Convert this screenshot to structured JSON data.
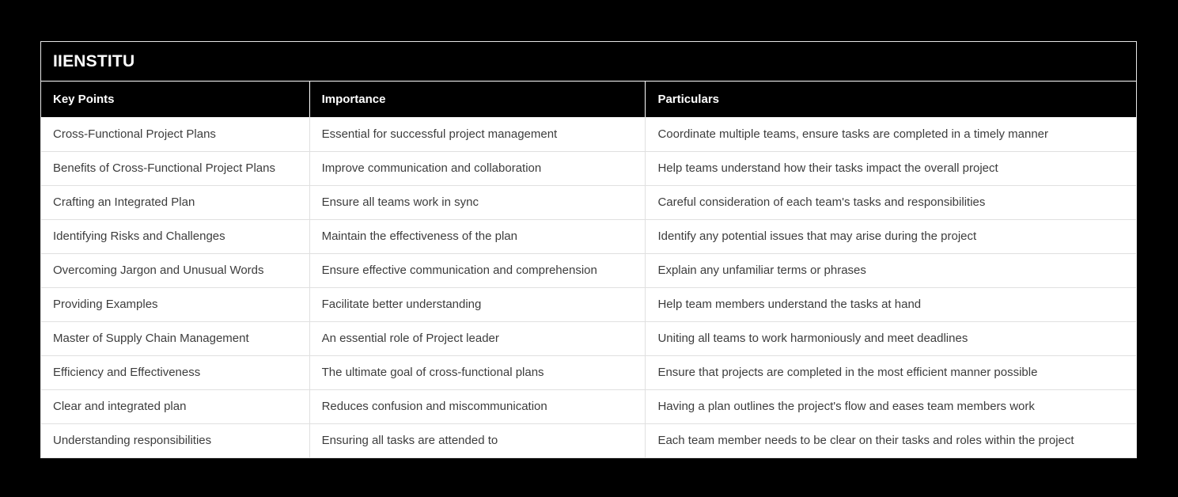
{
  "title": "IIENSTITU",
  "table": {
    "headers": [
      "Key Points",
      "Importance",
      "Particulars"
    ],
    "rows": [
      [
        "Cross-Functional Project Plans",
        "Essential for successful project management",
        "Coordinate multiple teams, ensure tasks are completed in a timely manner"
      ],
      [
        "Benefits of Cross-Functional Project Plans",
        "Improve communication and collaboration",
        "Help teams understand how their tasks impact the overall project"
      ],
      [
        "Crafting an Integrated Plan",
        "Ensure all teams work in sync",
        "Careful consideration of each team's tasks and responsibilities"
      ],
      [
        "Identifying Risks and Challenges",
        "Maintain the effectiveness of the plan",
        "Identify any potential issues that may arise during the project"
      ],
      [
        "Overcoming Jargon and Unusual Words",
        "Ensure effective communication and comprehension",
        "Explain any unfamiliar terms or phrases"
      ],
      [
        "Providing Examples",
        "Facilitate better understanding",
        "Help team members understand the tasks at hand"
      ],
      [
        "Master of Supply Chain Management",
        "An essential role of Project leader",
        "Uniting all teams to work harmoniously and meet deadlines"
      ],
      [
        "Efficiency and Effectiveness",
        "The ultimate goal of cross-functional plans",
        "Ensure that projects are completed in the most efficient manner possible"
      ],
      [
        "Clear and integrated plan",
        "Reduces confusion and miscommunication",
        "Having a plan outlines the project's flow and eases team members work"
      ],
      [
        "Understanding responsibilities",
        "Ensuring all tasks are attended to",
        "Each team member needs to be clear on their tasks and roles within the project"
      ]
    ]
  },
  "colors": {
    "page_background": "#000000",
    "band_background": "#000000",
    "band_text": "#ffffff",
    "row_background": "#ffffff",
    "row_text": "#3d3d3d",
    "divider": "#e0e0e0"
  }
}
